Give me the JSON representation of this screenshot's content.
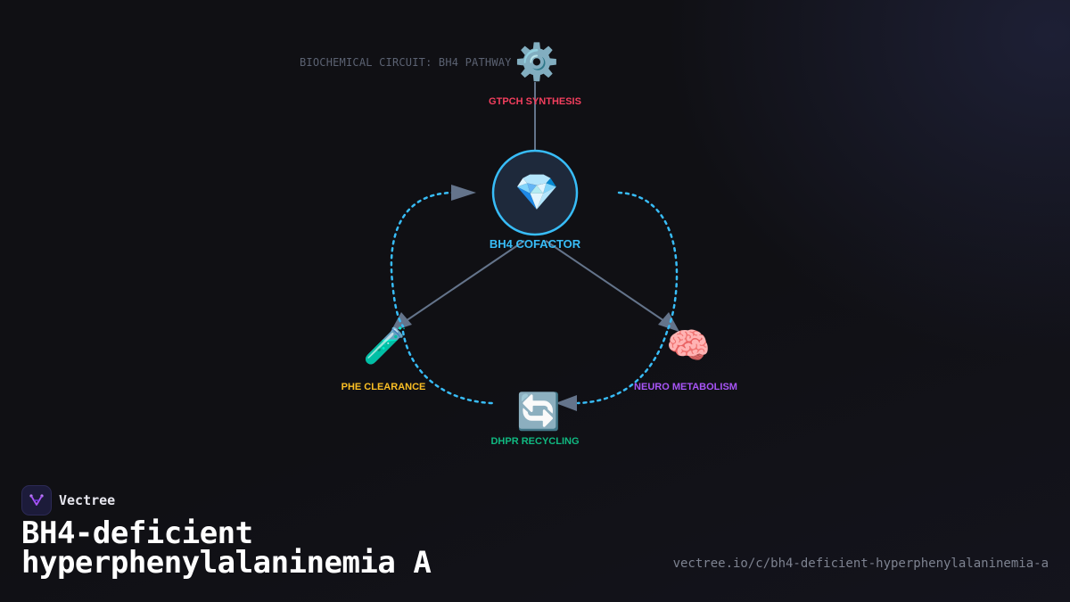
{
  "caption": "BIOCHEMICAL CIRCUIT: BH4 PATHWAY",
  "nodes": {
    "gtpch": {
      "label": "GTPCH SYNTHESIS",
      "emoji": "⚙️",
      "color": "#f43f5e"
    },
    "bh4": {
      "label": "BH4 COFACTOR",
      "emoji": "💎",
      "color": "#38bdf8"
    },
    "phe": {
      "label": "PHE CLEARANCE",
      "emoji": "🧪",
      "color": "#fbbf24"
    },
    "neuro": {
      "label": "NEURO METABOLISM",
      "emoji": "🧠",
      "color": "#a855f7"
    },
    "dhpr": {
      "label": "DHPR RECYCLING",
      "emoji": "🔄",
      "color": "#10b981"
    }
  },
  "colors": {
    "connector": "#64748b",
    "cycle": "#38bdf8",
    "hub_fill": "#1e293b"
  },
  "brand": {
    "name": "Vectree"
  },
  "title": {
    "line1": "BH4-deficient",
    "line2": "hyperphenylalaninemia A"
  },
  "url": "vectree.io/c/bh4-deficient-hyperphenylalaninemia-a"
}
